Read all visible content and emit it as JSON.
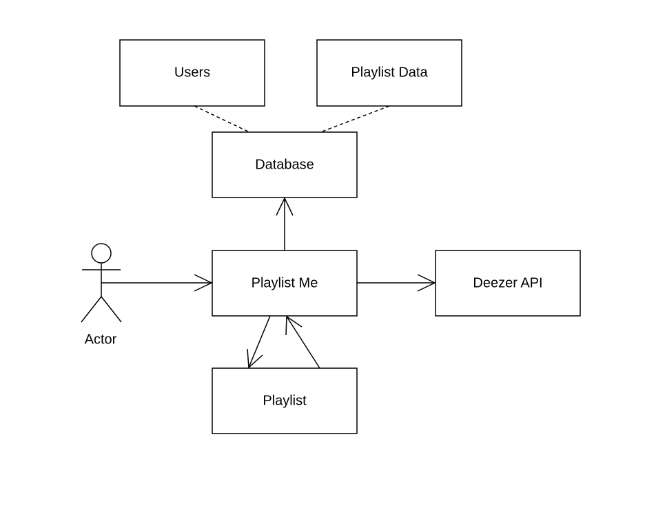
{
  "nodes": {
    "users": "Users",
    "playlist_data": "Playlist Data",
    "database": "Database",
    "playlist_me": "Playlist Me",
    "deezer_api": "Deezer API",
    "playlist": "Playlist"
  },
  "actor": {
    "label": "Actor"
  },
  "colors": {
    "stroke": "#000000",
    "fill": "#ffffff"
  }
}
